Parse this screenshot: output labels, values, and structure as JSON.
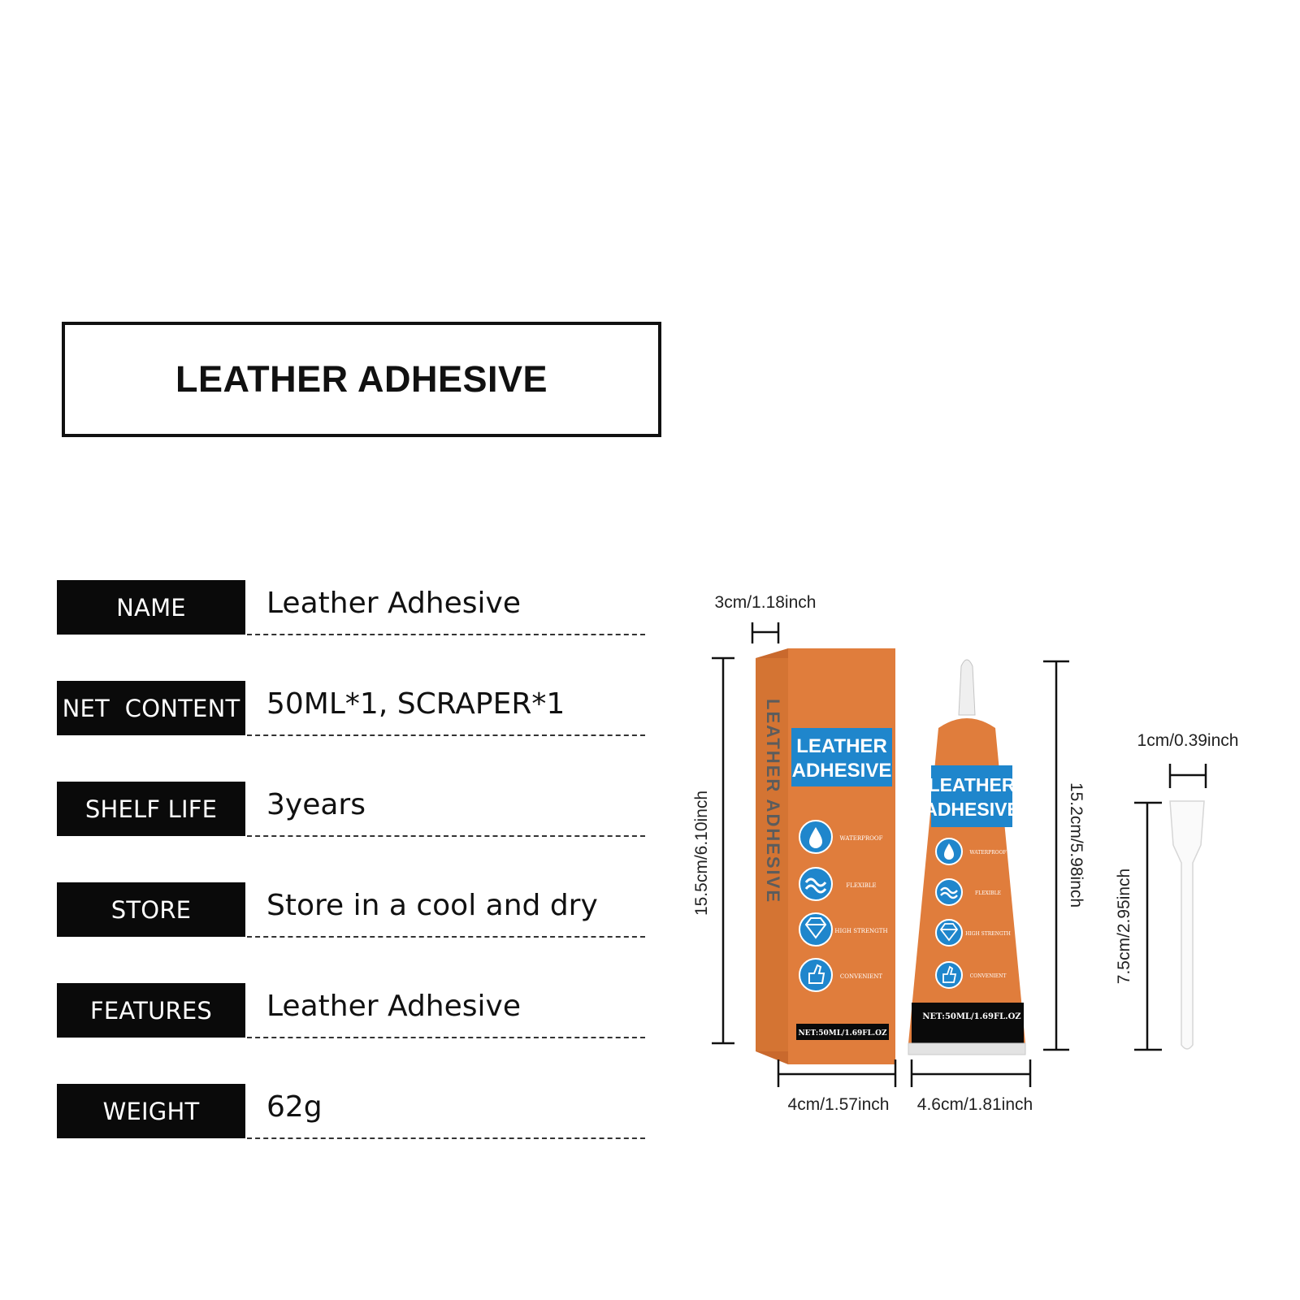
{
  "title": "LEATHER ADHESIVE",
  "specs": [
    {
      "label": "NAME",
      "value": "Leather Adhesive"
    },
    {
      "label": "NET  CONTENT",
      "value": "50ML*1, SCRAPER*1"
    },
    {
      "label": "SHELF LIFE",
      "value": "3years"
    },
    {
      "label": "STORE",
      "value": "Store in a cool and dry"
    },
    {
      "label": "FEATURES",
      "value": "Leather Adhesive"
    },
    {
      "label": "WEIGHT",
      "value": "62g"
    }
  ],
  "dimensions": {
    "box_depth": "3cm/1.18inch",
    "box_height": "15.5cm/6.10inch",
    "box_width": "4cm/1.57inch",
    "tube_height": "15.2cm/5.98inch",
    "tube_width": "4.6cm/1.81inch",
    "scraper_width": "1cm/0.39inch",
    "scraper_height": "7.5cm/2.95inch"
  },
  "packaging": {
    "box_side_text": "LEATHER ADHESIVE",
    "label_line1": "LEATHER",
    "label_line2": "ADHESIVE",
    "features": [
      "WATERPROOF",
      "FLEXIBLE",
      "HIGH STRENGTH",
      "CONVENIENT"
    ],
    "net_text": "NET:50ML/1.69FL.OZ",
    "feature_icons": [
      "water-drop-icon",
      "flex-wave-icon",
      "diamond-icon",
      "thumbs-up-icon"
    ]
  },
  "colors": {
    "orange": "#e07d3c",
    "blue": "#1f86cc",
    "black": "#0a0a0a"
  }
}
